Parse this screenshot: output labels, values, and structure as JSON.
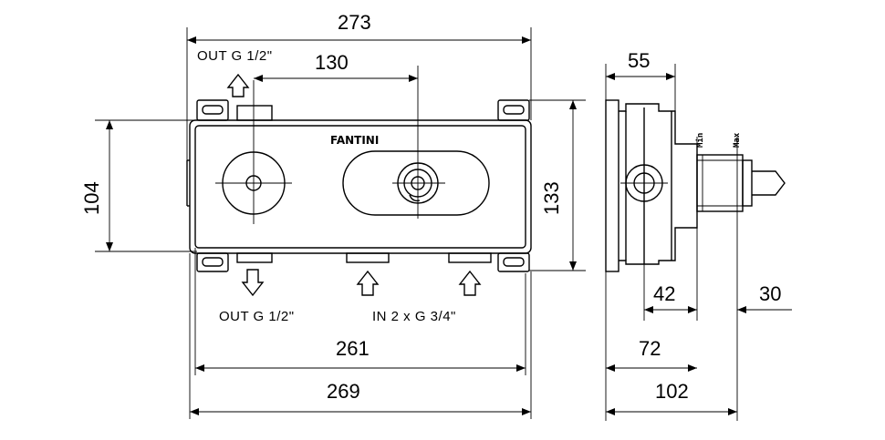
{
  "drawing": {
    "brand": "FANTINI",
    "labels": {
      "out_top": "OUT G 1/2\"",
      "out_bottom": "OUT G 1/2\"",
      "in_bottom": "IN 2 x G 3/4\"",
      "min": "Min",
      "max": "Max"
    },
    "dimensions": {
      "overall_width_top": "273",
      "outlet_spacing": "130",
      "height_left": "104",
      "height_right": "133",
      "width_261": "261",
      "width_269": "269",
      "depth_55": "55",
      "depth_42": "42",
      "depth_30": "30",
      "depth_72": "72",
      "depth_102": "102"
    }
  }
}
